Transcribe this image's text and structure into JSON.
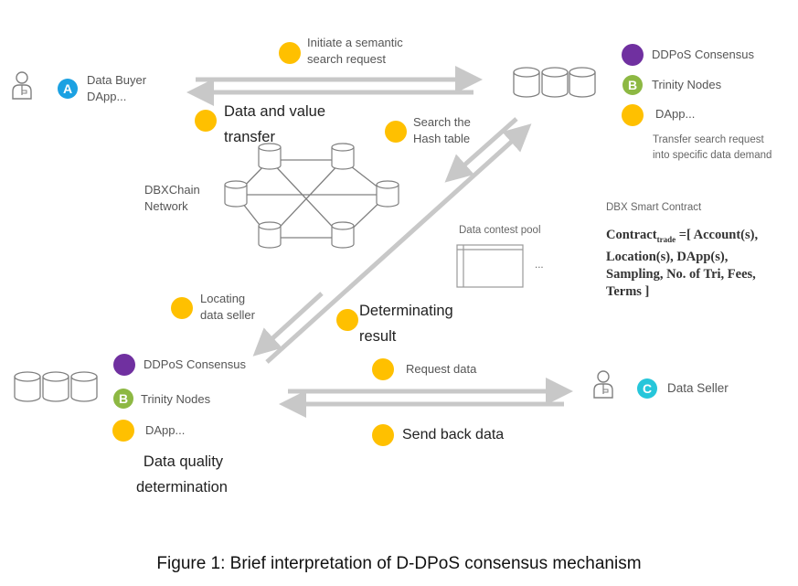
{
  "colors": {
    "yellow": "#FFC000",
    "purple": "#7030A0",
    "green": "#8DB843",
    "blue": "#1BA1E2",
    "cyan": "#26C6DA",
    "arrow": "#c8c8c8",
    "line": "#808080"
  },
  "buyer": {
    "badge": "A",
    "label_line1": "Data Buyer",
    "label_line2": "DApp..."
  },
  "top_flow": {
    "request_line1": "Initiate a semantic",
    "request_line2": "search request",
    "transfer_line1": "Data and value",
    "transfer_line2": "transfer",
    "hash_line1": "Search the",
    "hash_line2": "Hash table"
  },
  "top_right_node": {
    "consensus": "DDPoS Consensus",
    "trinity_badge": "B",
    "trinity": "Trinity Nodes",
    "dapp": "DApp...",
    "note_line1": "Transfer search request",
    "note_line2": "into specific data demand"
  },
  "network": {
    "label_line1": "DBXChain",
    "label_line2": "Network"
  },
  "contest_pool": {
    "label": "Data contest pool",
    "ellipsis": "..."
  },
  "smart_contract": {
    "title": "DBX Smart Contract",
    "formula_name": "Contract",
    "formula_sub": "trade",
    "line1_rest": "=[ Account(s),",
    "line2": "Location(s), DApp(s),",
    "line3": "Sampling, No. of Tri, Fees,",
    "line4": "Terms ]"
  },
  "mid_flow": {
    "locating_line1": "Locating",
    "locating_line2": "data seller",
    "determining_line1": "Determinating",
    "determining_line2": "result"
  },
  "bottom_left_node": {
    "consensus": "DDPoS Consensus",
    "trinity_badge": "B",
    "trinity": "Trinity Nodes",
    "dapp": "DApp...",
    "quality_line1": "Data quality",
    "quality_line2": "determination"
  },
  "bottom_flow": {
    "request": "Request data",
    "send_back": "Send back data"
  },
  "seller": {
    "badge": "C",
    "label": "Data Seller"
  },
  "caption": "Figure 1: Brief interpretation of D-DPoS consensus mechanism"
}
